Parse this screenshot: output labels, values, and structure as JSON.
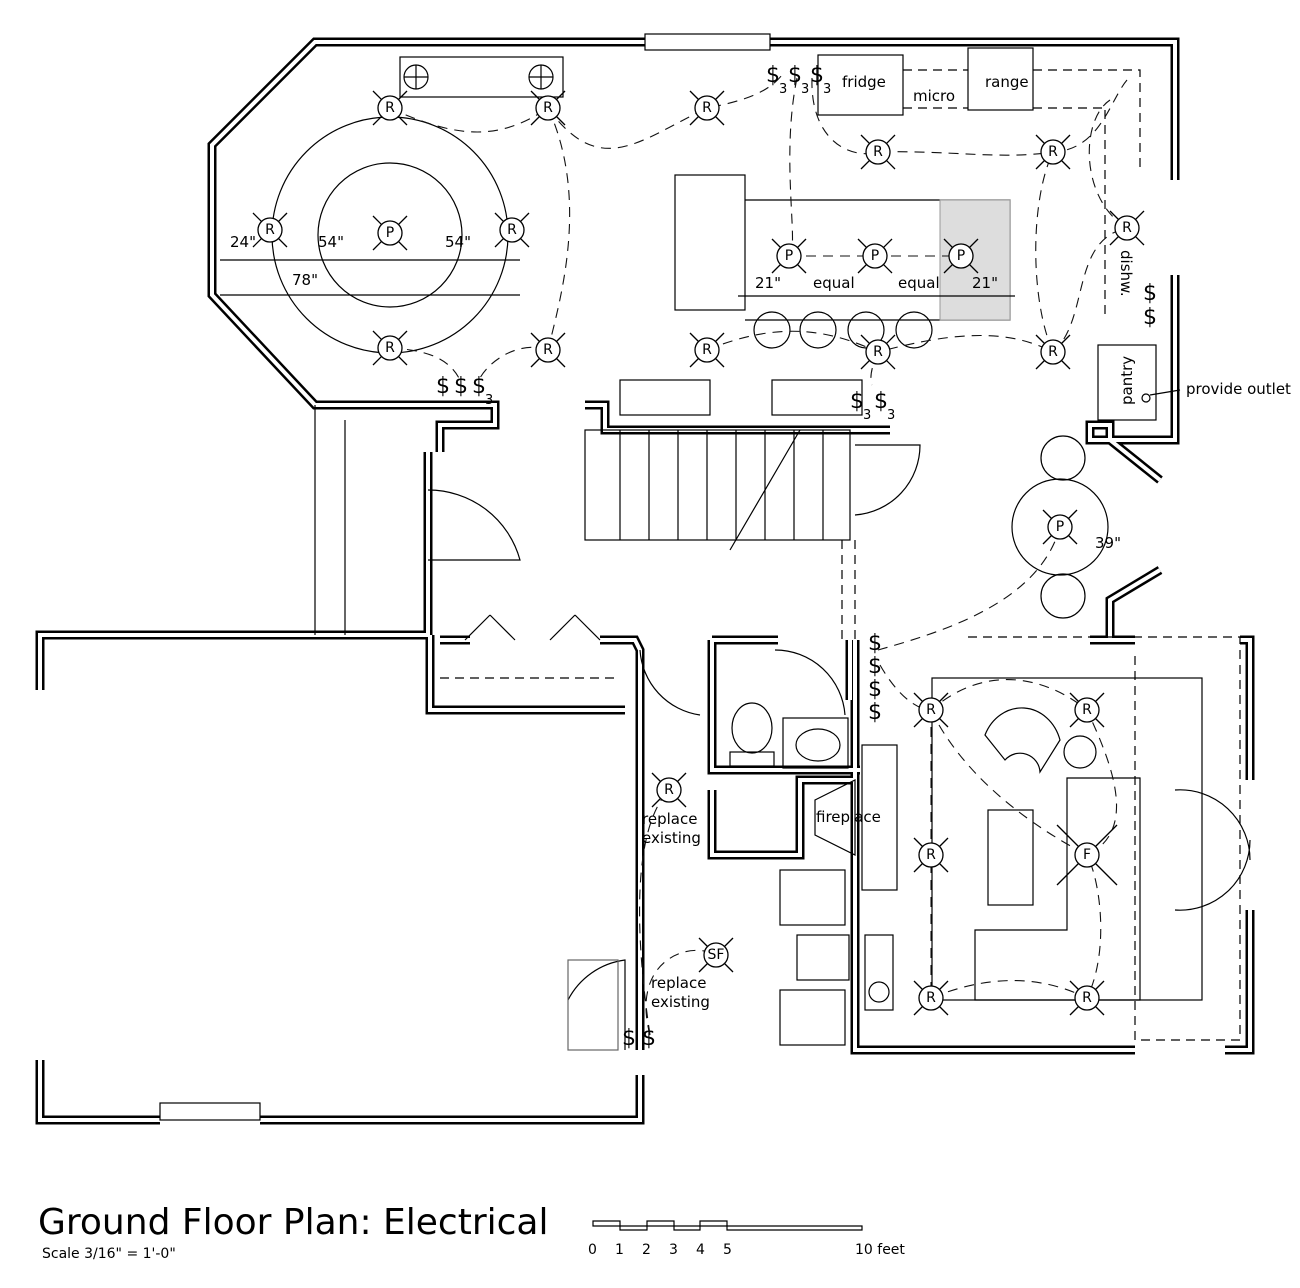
{
  "title": "Ground Floor Plan: Electrical",
  "scale_note": "Scale 3/16\" = 1'-0\"",
  "scale_bar": {
    "ticks": [
      "0",
      "1",
      "2",
      "3",
      "4",
      "5"
    ],
    "end_label": "10 feet"
  },
  "symbols": {
    "recessed": "R",
    "pendant": "P",
    "fan": "F",
    "switched_fan": "SF",
    "switch": "$",
    "three_way": "3"
  },
  "labels": {
    "fridge": "fridge",
    "micro": "micro",
    "range": "range",
    "dishwasher": "dishw.",
    "pantry": "pantry",
    "provide_outlet": "provide outlet",
    "fireplace": "fireplace",
    "replace_existing_1": [
      "replace",
      "existing"
    ],
    "replace_existing_2": [
      "replace",
      "existing"
    ]
  },
  "dimensions": {
    "dining_left": "24\"",
    "dining_mid_left": "54\"",
    "dining_mid_right": "54\"",
    "dining_width": "78\"",
    "island_left": "21\"",
    "island_equal_1": "equal",
    "island_equal_2": "equal",
    "island_right": "21\"",
    "breakfast": "39\""
  }
}
